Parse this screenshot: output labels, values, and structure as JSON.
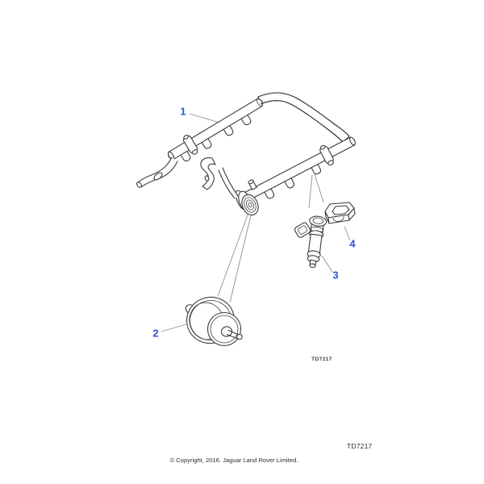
{
  "page": {
    "background": "#ffffff"
  },
  "diagram": {
    "callout_color": "#2e52cc",
    "line_color": "#3c3c3c",
    "leader_color": "#8f8f8f",
    "inline_code": "TD7217",
    "callouts": [
      {
        "num": "1"
      },
      {
        "num": "2"
      },
      {
        "num": "3"
      },
      {
        "num": "4"
      }
    ]
  },
  "footer": {
    "code": "TD7217",
    "copyright": "© Copyright, 2016. Jaguar Land Rover Limited."
  }
}
